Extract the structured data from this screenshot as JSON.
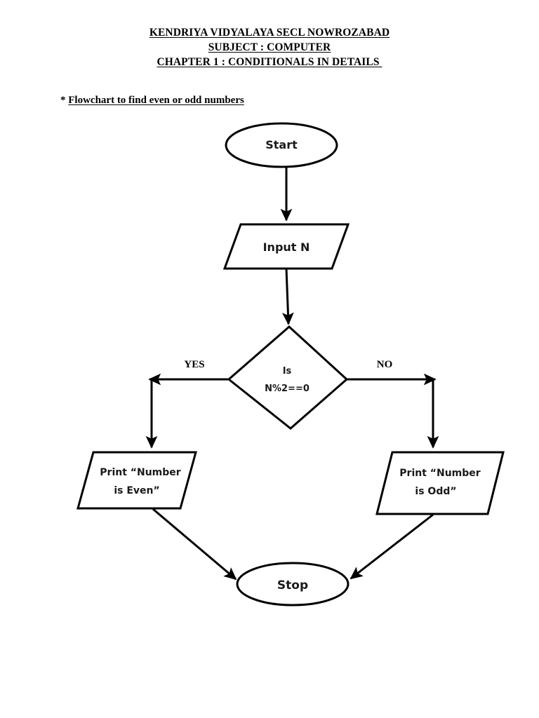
{
  "document": {
    "heading": {
      "line1": "KENDRIYA VIDYALAYA SECL NOWROZABAD",
      "line2": "SUBJECT : COMPUTER",
      "line3": "CHAPTER 1 : CONDITIONALS IN DETAILS "
    },
    "caption": {
      "marker": "* ",
      "text": "Flowchart to find even or odd numbers"
    }
  },
  "flowchart": {
    "title": "Flowchart to find even or odd numbers",
    "nodes": {
      "start": {
        "label": "Start",
        "shape": "ellipse"
      },
      "input": {
        "label": "Input N",
        "shape": "parallelogram"
      },
      "decision": {
        "line1": "Is",
        "line2": "N%2==0",
        "shape": "diamond"
      },
      "print_even": {
        "line1": "Print “Number",
        "line2": "is Even”",
        "shape": "parallelogram"
      },
      "print_odd": {
        "line1": "Print “Number",
        "line2": "is Odd”",
        "shape": "parallelogram"
      },
      "stop": {
        "label": "Stop",
        "shape": "ellipse"
      }
    },
    "branch_labels": {
      "yes": "YES",
      "no": "NO"
    },
    "edges": [
      {
        "from": "start",
        "to": "input",
        "label": ""
      },
      {
        "from": "input",
        "to": "decision",
        "label": ""
      },
      {
        "from": "decision",
        "to": "print_even",
        "label": "YES"
      },
      {
        "from": "decision",
        "to": "print_odd",
        "label": "NO"
      },
      {
        "from": "print_even",
        "to": "stop",
        "label": ""
      },
      {
        "from": "print_odd",
        "to": "stop",
        "label": ""
      }
    ],
    "colors": {
      "stroke": "#000000",
      "fill": "#ffffff",
      "text": "#1a1a1a"
    }
  }
}
